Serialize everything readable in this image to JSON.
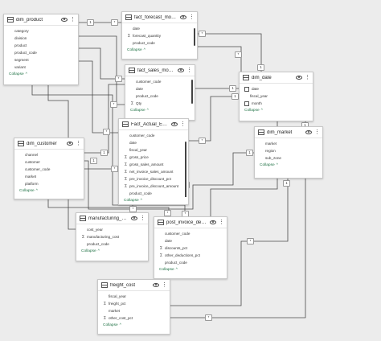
{
  "tables": [
    {
      "id": "dim_product",
      "name": "dim_product",
      "fields": [
        {
          "label": "category"
        },
        {
          "label": "division"
        },
        {
          "label": "product"
        },
        {
          "label": "product_code"
        },
        {
          "label": "segment"
        },
        {
          "label": "variant"
        }
      ],
      "collapse": "Collapse"
    },
    {
      "id": "fact_forecast_monthly",
      "name": "fact_forecast_monthly",
      "fields": [
        {
          "label": "date"
        },
        {
          "label": "forecast_quantity",
          "icon": "sigma"
        },
        {
          "label": "product_code"
        }
      ],
      "collapse": "Collapse"
    },
    {
      "id": "fact_sales_monthly",
      "name": "fact_sales_monthly",
      "fields": [
        {
          "label": "customer_code"
        },
        {
          "label": "date"
        },
        {
          "label": "product_code"
        },
        {
          "label": "Qty",
          "icon": "sigma"
        }
      ],
      "collapse": "Collapse"
    },
    {
      "id": "dim_date",
      "name": "dim_date",
      "fields": [
        {
          "label": "date",
          "icon": "calendar"
        },
        {
          "label": "fiscal_year"
        },
        {
          "label": "month",
          "icon": "calendar"
        }
      ],
      "collapse": "Collapse"
    },
    {
      "id": "fact_actual_estimate",
      "name": "Fact_Actual_Estimate",
      "fields": [
        {
          "label": "customer_code"
        },
        {
          "label": "date"
        },
        {
          "label": "fiscal_year"
        },
        {
          "label": "gross_price",
          "icon": "sigma"
        },
        {
          "label": "gross_sales_amount",
          "icon": "sigma"
        },
        {
          "label": "net_invoice_sales_amount",
          "icon": "sigma"
        },
        {
          "label": "pre_invoice_discount_pct",
          "icon": "sigma"
        },
        {
          "label": "pre_invoice_discount_amount",
          "icon": "sigma"
        },
        {
          "label": "product_code"
        }
      ],
      "collapse": "Collapse"
    },
    {
      "id": "dim_market",
      "name": "dim_market",
      "fields": [
        {
          "label": "market"
        },
        {
          "label": "region"
        },
        {
          "label": "sub_zone"
        }
      ],
      "collapse": "Collapse"
    },
    {
      "id": "dim_customer",
      "name": "dim_customer",
      "fields": [
        {
          "label": "channel"
        },
        {
          "label": "customer"
        },
        {
          "label": "customer_code"
        },
        {
          "label": "market"
        },
        {
          "label": "platform"
        }
      ],
      "collapse": "Collapse"
    },
    {
      "id": "manufacturing_cost",
      "name": "manufacturing_cost",
      "fields": [
        {
          "label": "cost_year"
        },
        {
          "label": "manufacturing_cost",
          "icon": "sigma"
        },
        {
          "label": "product_code"
        }
      ],
      "collapse": "Collapse"
    },
    {
      "id": "post_invoice_deductions",
      "name": "post_invoice_deducti...",
      "fields": [
        {
          "label": "customer_code"
        },
        {
          "label": "date"
        },
        {
          "label": "discounts_pct",
          "icon": "sigma"
        },
        {
          "label": "other_deductions_pct",
          "icon": "sigma"
        },
        {
          "label": "product_code"
        }
      ],
      "collapse": "Collapse"
    },
    {
      "id": "freight_cost",
      "name": "freight_cost",
      "fields": [
        {
          "label": "fiscal_year"
        },
        {
          "label": "freight_pct",
          "icon": "sigma"
        },
        {
          "label": "market"
        },
        {
          "label": "other_cost_pct",
          "icon": "sigma"
        }
      ],
      "collapse": "Collapse"
    }
  ],
  "cardinality": {
    "one": "1",
    "many": "*"
  }
}
